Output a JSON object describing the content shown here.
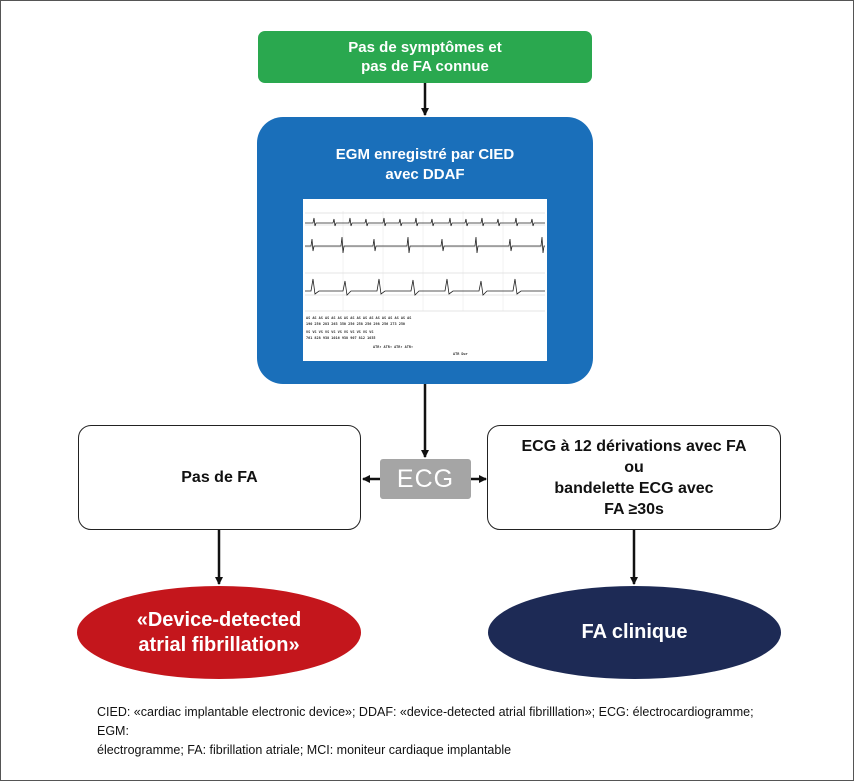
{
  "start": {
    "line1": "Pas de symptômes et",
    "line2": "pas de FA connue"
  },
  "egm_box": {
    "line1": "EGM enregistré par CIED",
    "line2": "avec DDAF"
  },
  "left": {
    "label": "Pas de FA"
  },
  "center": {
    "label": "ECG"
  },
  "right": {
    "line1": "ECG à 12 dérivations avec FA",
    "line2": "ou",
    "line3": "bandelette ECG avec",
    "line4": "FA ≥30s"
  },
  "outcome_left": {
    "line1": "«Device-detected",
    "line2": "atrial fibrillation»"
  },
  "outcome_right": {
    "label": "FA clinique"
  },
  "colors": {
    "green": "#2aa84f",
    "blue": "#1a6fba",
    "gray": "#a5a5a5",
    "red": "#c4161c",
    "navy": "#1d2a55"
  },
  "footnote": {
    "line1": "CIED: «cardiac implantable electronic device»; DDAF: «device-detected atrial fibrilllation»; ECG: électrocardiogramme; EGM:",
    "line2": "électrogramme; FA: fibrillation atriale; MCI: moniteur cardiaque implantable"
  }
}
